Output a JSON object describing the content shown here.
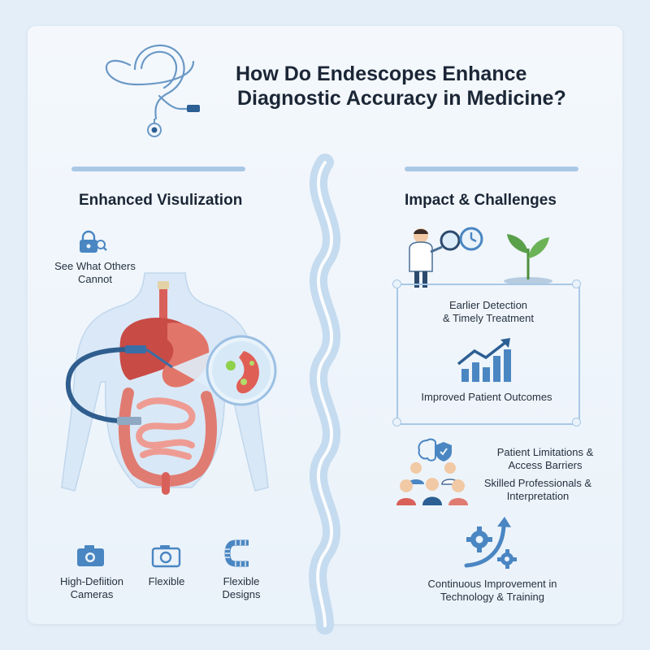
{
  "title": {
    "line1": "How Do Endescopes Enhance",
    "line2": "Diagnostic Accuracy in Medicine?"
  },
  "left": {
    "heading": "Enhanced Visulization",
    "see_line1": "See What Others",
    "see_line2": "Cannot",
    "features": [
      {
        "line1": "High-Defiition",
        "line2": "Cameras",
        "icon": "camera-icon"
      },
      {
        "line1": "Flexible",
        "line2": "",
        "icon": "camera-outline-icon"
      },
      {
        "line1": "Flexible",
        "line2": "Designs",
        "icon": "flexible-tube-icon"
      }
    ]
  },
  "right": {
    "heading": "Impact & Challenges",
    "detect_line1": "Earlier Detection",
    "detect_line2": "& Timely Treatment",
    "outcomes": "Improved Patient Outcomes",
    "limits_line1": "Patient Limitations &",
    "limits_line2": "Access Barriers",
    "skilled_line1": "Skilled Professionals &",
    "skilled_line2": "Interpretation",
    "improve_line1": "Continuous Improvement in",
    "improve_line2": "Technology & Training"
  },
  "colors": {
    "accent": "#a9c8e6",
    "icon_blue": "#4a86c2",
    "organ_red": "#d9605a",
    "intestine_pink": "#e88a82",
    "plant_green": "#5aa04a"
  }
}
